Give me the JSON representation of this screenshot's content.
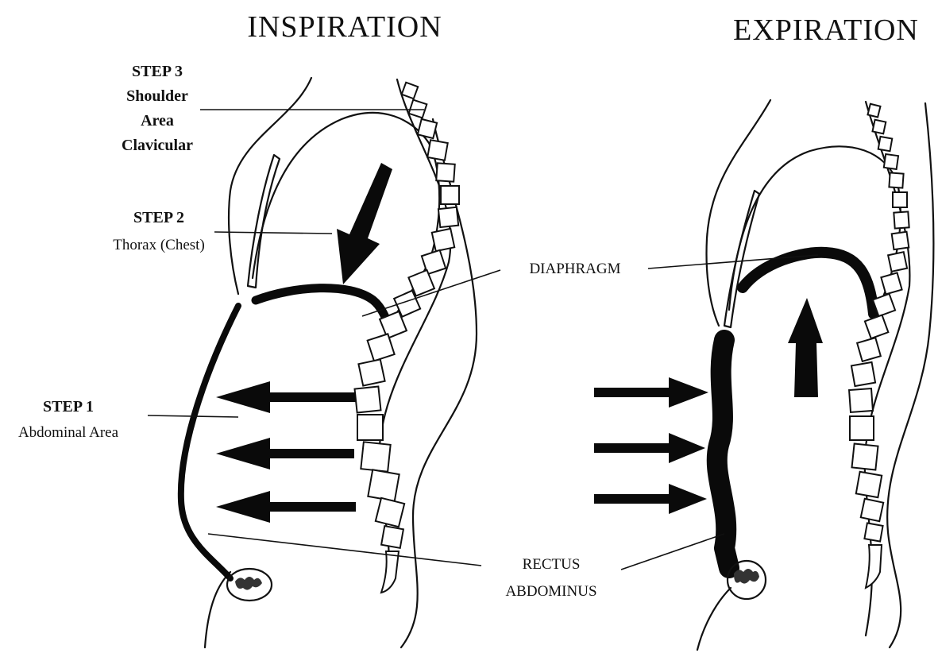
{
  "titles": {
    "inspiration": "INSPIRATION",
    "expiration": "EXPIRATION"
  },
  "steps": {
    "step3": {
      "title": "STEP 3",
      "line1": "Shoulder",
      "line2": "Area",
      "line3": "Clavicular"
    },
    "step2": {
      "title": "STEP 2",
      "line1": "Thorax (Chest)"
    },
    "step1": {
      "title": "STEP 1",
      "line1": "Abdominal Area"
    }
  },
  "labels": {
    "diaphragm": "DIAPHRAGM",
    "rectus_line1": "RECTUS",
    "rectus_line2": "ABDOMINUS"
  }
}
